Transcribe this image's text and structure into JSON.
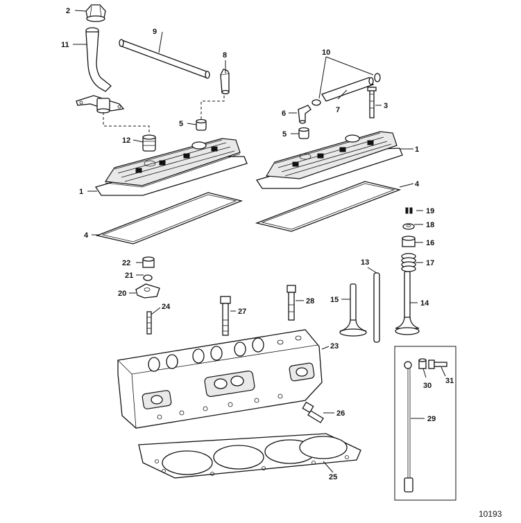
{
  "diagram_id": "10193",
  "callouts": [
    {
      "id": "c1a",
      "label": "1"
    },
    {
      "id": "c1b",
      "label": "1"
    },
    {
      "id": "c2",
      "label": "2"
    },
    {
      "id": "c3",
      "label": "3"
    },
    {
      "id": "c4a",
      "label": "4"
    },
    {
      "id": "c4b",
      "label": "4"
    },
    {
      "id": "c5a",
      "label": "5"
    },
    {
      "id": "c5b",
      "label": "5"
    },
    {
      "id": "c6",
      "label": "6"
    },
    {
      "id": "c7",
      "label": "7"
    },
    {
      "id": "c8",
      "label": "8"
    },
    {
      "id": "c9",
      "label": "9"
    },
    {
      "id": "c10",
      "label": "10"
    },
    {
      "id": "c11",
      "label": "11"
    },
    {
      "id": "c12",
      "label": "12"
    },
    {
      "id": "c13",
      "label": "13"
    },
    {
      "id": "c14",
      "label": "14"
    },
    {
      "id": "c15",
      "label": "15"
    },
    {
      "id": "c16",
      "label": "16"
    },
    {
      "id": "c17",
      "label": "17"
    },
    {
      "id": "c18",
      "label": "18"
    },
    {
      "id": "c19",
      "label": "19"
    },
    {
      "id": "c20",
      "label": "20"
    },
    {
      "id": "c21",
      "label": "21"
    },
    {
      "id": "c22",
      "label": "22"
    },
    {
      "id": "c23",
      "label": "23"
    },
    {
      "id": "c24",
      "label": "24"
    },
    {
      "id": "c25",
      "label": "25"
    },
    {
      "id": "c26",
      "label": "26"
    },
    {
      "id": "c27",
      "label": "27"
    },
    {
      "id": "c28",
      "label": "28"
    },
    {
      "id": "c29",
      "label": "29"
    },
    {
      "id": "c30",
      "label": "30"
    },
    {
      "id": "c31",
      "label": "31"
    }
  ]
}
